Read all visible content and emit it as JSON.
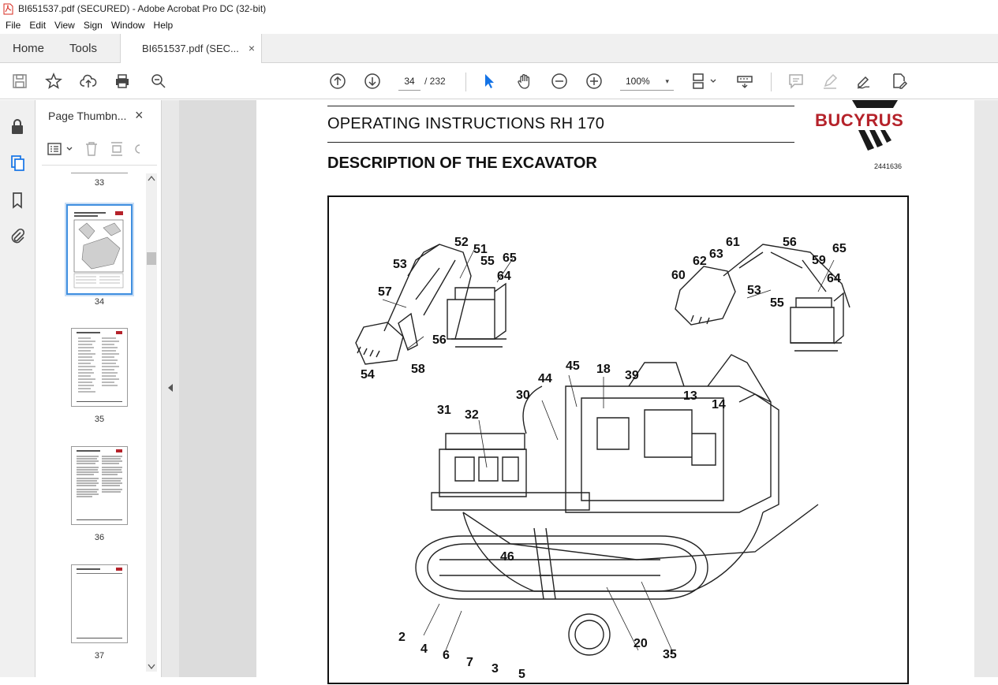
{
  "window": {
    "title": "BI651537.pdf (SECURED) - Adobe Acrobat Pro DC (32-bit)"
  },
  "menu": [
    "File",
    "Edit",
    "View",
    "Sign",
    "Window",
    "Help"
  ],
  "tabs": {
    "home": "Home",
    "tools": "Tools",
    "document": "BI651537.pdf (SEC...",
    "close": "×"
  },
  "toolbar": {
    "current_page": "34",
    "page_total": "/ 232",
    "zoom": "100%",
    "zoom_caret": "▾"
  },
  "thumb_panel": {
    "title": "Page Thumbn...",
    "close": "×",
    "pages": [
      {
        "label": "33"
      },
      {
        "label": "34",
        "selected": true
      },
      {
        "label": "35"
      },
      {
        "label": "36"
      },
      {
        "label": "37"
      }
    ]
  },
  "document": {
    "header_title": "OPERATING INSTRUCTIONS RH 170",
    "section_title": "DESCRIPTION OF THE EXCAVATOR",
    "logo": "BUCYRUS",
    "doc_number": "2441636",
    "callouts": [
      {
        "n": "52"
      },
      {
        "n": "51"
      },
      {
        "n": "53"
      },
      {
        "n": "55"
      },
      {
        "n": "65"
      },
      {
        "n": "64"
      },
      {
        "n": "57"
      },
      {
        "n": "56"
      },
      {
        "n": "54"
      },
      {
        "n": "58"
      },
      {
        "n": "61"
      },
      {
        "n": "56"
      },
      {
        "n": "62"
      },
      {
        "n": "63"
      },
      {
        "n": "65"
      },
      {
        "n": "59"
      },
      {
        "n": "60"
      },
      {
        "n": "53"
      },
      {
        "n": "64"
      },
      {
        "n": "55"
      },
      {
        "n": "45"
      },
      {
        "n": "18"
      },
      {
        "n": "39"
      },
      {
        "n": "44"
      },
      {
        "n": "30"
      },
      {
        "n": "13"
      },
      {
        "n": "14"
      },
      {
        "n": "31"
      },
      {
        "n": "32"
      },
      {
        "n": "46"
      },
      {
        "n": "2"
      },
      {
        "n": "4"
      },
      {
        "n": "6"
      },
      {
        "n": "7"
      },
      {
        "n": "3"
      },
      {
        "n": "5"
      },
      {
        "n": "20"
      },
      {
        "n": "35"
      }
    ]
  },
  "colors": {
    "accent": "#3f8fe0",
    "logo": "#b5222a",
    "select_tool": "#1473e6"
  }
}
